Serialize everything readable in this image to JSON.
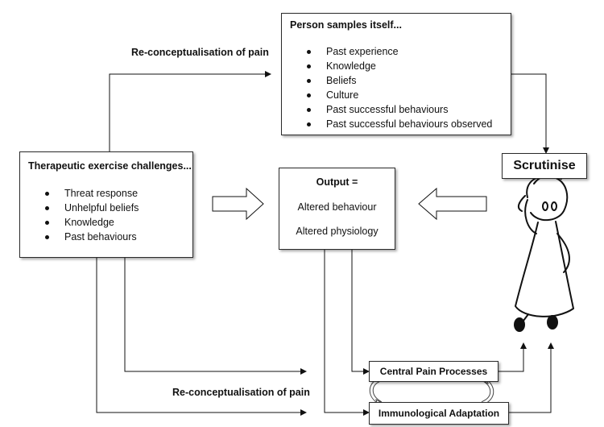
{
  "diagram": {
    "top_label": "Re-conceptualisation of pain",
    "bottom_label": "Re-conceptualisation of pain",
    "person_box": {
      "title": "Person samples itself...",
      "items": [
        "Past experience",
        "Knowledge",
        "Beliefs",
        "Culture",
        "Past successful behaviours",
        "Past successful behaviours observed"
      ]
    },
    "therapeutic_box": {
      "title": "Therapeutic exercise challenges...",
      "items": [
        "Threat response",
        "Unhelpful beliefs",
        "Knowledge",
        "Past behaviours"
      ]
    },
    "output_box": {
      "title": "Output =",
      "line1": "Altered behaviour",
      "line2": "Altered physiology"
    },
    "scrutinise_box": {
      "label": "Scrutinise"
    },
    "central_box": {
      "label": "Central Pain Processes"
    },
    "immuno_box": {
      "label": "Immunological Adaptation"
    }
  },
  "icons": {
    "person": "stick-figure-person-icon"
  }
}
